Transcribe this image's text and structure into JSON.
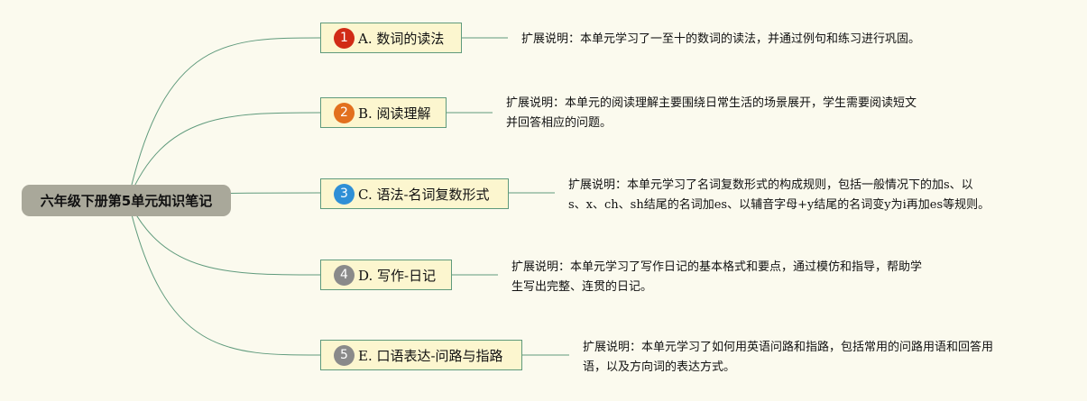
{
  "root": {
    "label": "六年级下册第5单元知识笔记"
  },
  "branches": [
    {
      "number": "1",
      "label": "A. 数词的读法",
      "badge_color": "#d12b16",
      "note": "扩展说明：本单元学习了一至十的数词的读法，并通过例句和练习进行巩固。"
    },
    {
      "number": "2",
      "label": "B. 阅读理解",
      "badge_color": "#e2701e",
      "note": "扩展说明：本单元的阅读理解主要围绕日常生活的场景展开，学生需要阅读短文\n并回答相应的问题。"
    },
    {
      "number": "3",
      "label": "C. 语法-名词复数形式",
      "badge_color": "#2f8fd6",
      "note": "扩展说明：本单元学习了名词复数形式的构成规则，包括一般情况下的加s、以\ns、x、ch、sh结尾的名词加es、以辅音字母+y结尾的名词变y为i再加es等规则。"
    },
    {
      "number": "4",
      "label": "D. 写作-日记",
      "badge_color": "#8a8a8a",
      "note": "扩展说明：本单元学习了写作日记的基本格式和要点，通过模仿和指导，帮助学\n生写出完整、连贯的日记。"
    },
    {
      "number": "5",
      "label": "E. 口语表达-问路与指路",
      "badge_color": "#8a8a8a",
      "note": "扩展说明：本单元学习了如何用英语问路和指路，包括常用的问路用语和回答用\n语，以及方向词的表达方式。"
    }
  ],
  "colors": {
    "background": "#fbfaee",
    "line": "#5f9a7c",
    "node_fill": "#fcf6cf",
    "root_fill": "#a9a89a"
  }
}
